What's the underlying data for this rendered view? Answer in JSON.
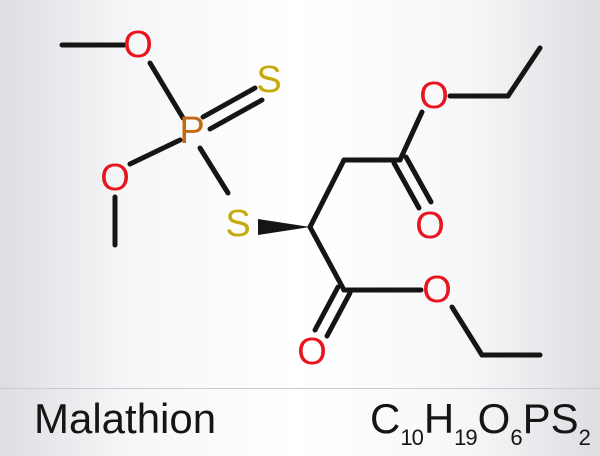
{
  "molecule": {
    "name": "Malathion",
    "formula": [
      {
        "element": "C",
        "count": "10"
      },
      {
        "element": "H",
        "count": "19"
      },
      {
        "element": "O",
        "count": "6"
      },
      {
        "element": "P",
        "count": ""
      },
      {
        "element": "S",
        "count": "2"
      }
    ],
    "atoms": {
      "o_methoxy_top": "O",
      "o_methoxy_left": "O",
      "p": "P",
      "s_thione": "S",
      "s_thioether": "S",
      "o_ester1_single": "O",
      "o_ester1_carbonyl": "O",
      "o_ester2_single": "O",
      "o_ester2_carbonyl": "O"
    },
    "colors": {
      "oxygen": "#e8141e",
      "phosphorus": "#c56a12",
      "sulfur": "#c8a90a",
      "bond": "#151515"
    }
  }
}
